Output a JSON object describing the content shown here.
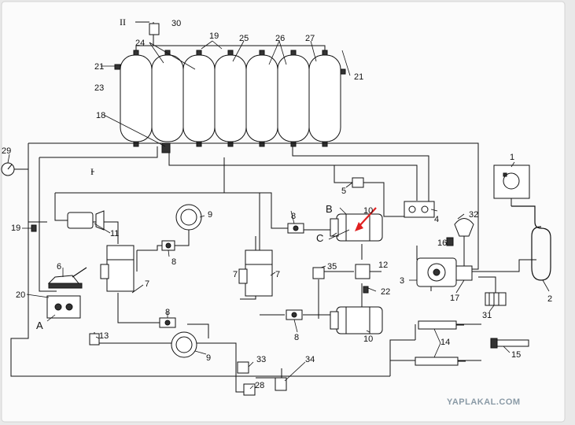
{
  "labels": {
    "n1": "1",
    "n2": "2",
    "n3": "3",
    "n4": "4",
    "n5": "5",
    "n6": "6",
    "n7a": "7",
    "n7b": "7",
    "n7c": "7",
    "n8a": "8",
    "n8b": "8",
    "n8c": "8",
    "n8d": "8",
    "n9a": "9",
    "n9b": "9",
    "n10a": "10",
    "n10b": "10",
    "n11": "11",
    "n12": "12",
    "n13": "13",
    "n14": "14",
    "n15": "15",
    "n16": "16",
    "n17": "17",
    "n18": "18",
    "n19a": "19",
    "n19b": "19",
    "n20": "20",
    "n21a": "21",
    "n21b": "21",
    "n22": "22",
    "n23": "23",
    "n24": "24",
    "n25": "25",
    "n26": "26",
    "n27": "27",
    "n28": "28",
    "n29": "29",
    "n30": "30",
    "n31": "31",
    "n32": "32",
    "n33": "33",
    "n34": "34",
    "n35": "35",
    "roman_i": "I",
    "roman_ii": "II",
    "letter_a": "A",
    "letter_b": "B",
    "letter_c": "C"
  },
  "watermark": "YAPLAKAL.COM",
  "colors": {
    "line": "#111111",
    "background": "#e9e9e9",
    "pointer_arrow": "#e02020",
    "watermark": "#8a9aa6"
  }
}
